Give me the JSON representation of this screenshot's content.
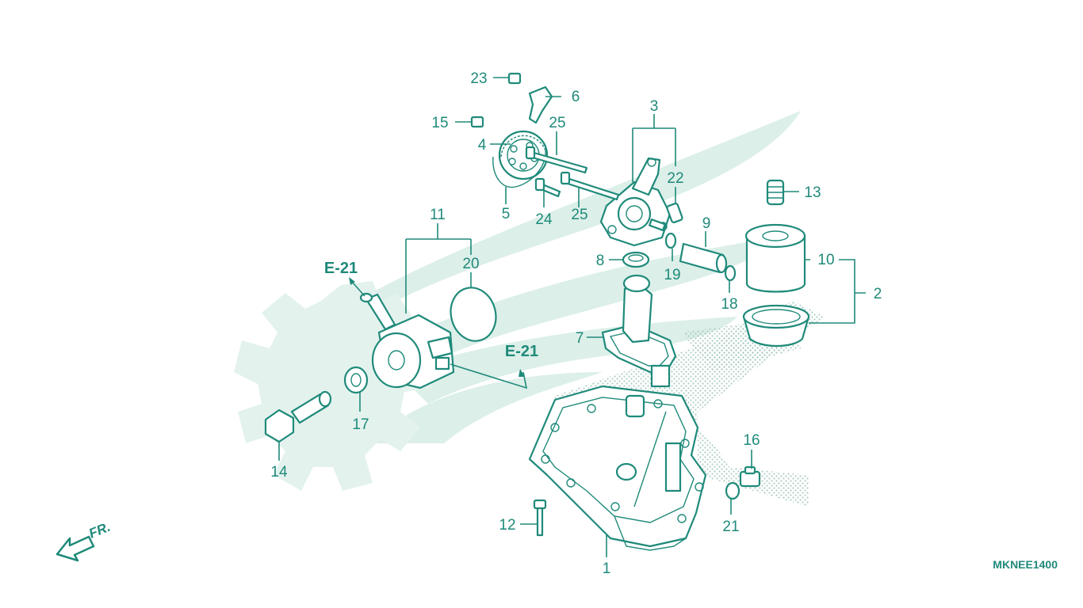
{
  "diagram_code": "MKNEE1400",
  "front_label": "FR.",
  "reference_labels": [
    "E-21",
    "E-21"
  ],
  "callouts": {
    "c1": "1",
    "c2": "2",
    "c3": "3",
    "c4": "4",
    "c5": "5",
    "c6": "6",
    "c7": "7",
    "c8": "8",
    "c9": "9",
    "c10": "10",
    "c11": "11",
    "c12": "12",
    "c13": "13",
    "c14": "14",
    "c15": "15",
    "c16": "16",
    "c17": "17",
    "c18": "18",
    "c19": "19",
    "c20": "20",
    "c21": "21",
    "c22": "22",
    "c23": "23",
    "c24": "24",
    "c25a": "25",
    "c25b": "25"
  },
  "colors": {
    "line": "#1f8a7a",
    "watermark": "#dcefe9",
    "screen_dots": "#b8d4cc"
  }
}
